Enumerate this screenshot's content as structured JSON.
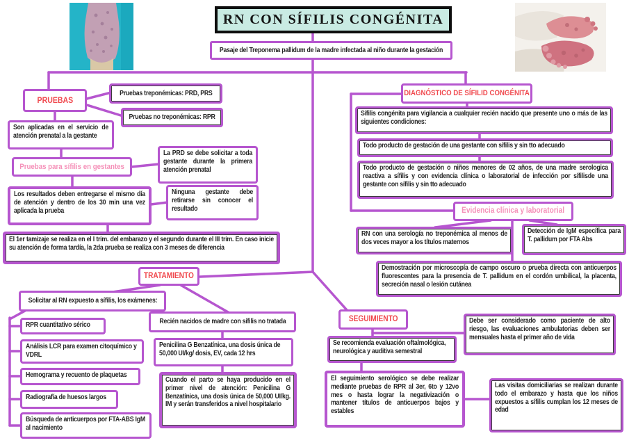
{
  "title": "RN CON SÍFILIS CONGÉNITA",
  "subtitle": "Pasaje del Treponema pallidum de la madre infectada al niño durante la gestación",
  "colors": {
    "box_border": "#b656cf",
    "title_bg": "#c9ebe3",
    "red_header": "#f0494e",
    "pink_header": "#f591b9"
  },
  "photos": {
    "left": "foto-torso-recien-nacido-con-lesiones",
    "right": "foto-pies-recien-nacido-con-lesiones"
  },
  "pruebas": {
    "header": "PRUEBAS",
    "treponemicas": "Pruebas treponémicas: PRD, PRS",
    "no_treponemicas": "Pruebas no treponémicas: RPR",
    "aplicadas": "Son aplicadas en el servicio de atención prenatal a la gestante",
    "gestantes_header": "Pruebas para sífilis en gestantes",
    "prd": "La PRD se debe solicitar a toda gestante durante la primera atención prenatal",
    "resultados": "Los resultados deben entregarse el mismo día de atención y dentro de los 30 min una vez aplicada la prueba",
    "ninguna": "Ninguna gestante debe retirarse sin conocer el resultado",
    "tamizaje": "El 1er tamizaje se realiza en el I trim. del embarazo y el segundo durante el III trim. En caso inicie su atención de forma tardía, la 2da prueba se realiza con 3 meses de diferencia"
  },
  "diagnostico": {
    "header": "DIAGNÓSTICO DE SÍFILID CONGÉNITA",
    "vigilancia": "Sífilis congénita para vigilancia a cualquier recién nacido que presente uno o más de las siguientes condiciones:",
    "condicion1": "Todo producto de gestación de una gestante con sífilis y sin tto adecuado",
    "condicion2": "Todo producto de gestación o niños menores de 02 años, de una madre serologica reactiva a sífilis y con evidencia clínica o laboratorial de infección por sífilisde una gestante con sífilis y sin tto adecuado",
    "evidencia_header": "Evidencia clínica y laboratorial",
    "serologia": "RN con una serología no treponémica al menos de dos veces mayor a los títulos maternos",
    "deteccion": "Detección de IgM específica para T. pallidum por FTA Abs",
    "demostracion": "Demostración por microscopía de campo oscuro o prueba directa con anticuerpos fluorescentes para la presencia de T. pallidum en el cordón umbilical, la placenta, secreción nasal o lesión cutánea"
  },
  "tratamiento": {
    "header": "TRATAMIENTO",
    "solicitar": "Solicitar al RN expuesto a sífilis, los exámenes:",
    "examenes": [
      "RPR cuantitativo sérico",
      "Análisis LCR para examen citoquímico y VDRL",
      "Hemograma y recuento de plaquetas",
      "Radiografía de huesos largos",
      "Búsqueda de anticuerpos por FTA-ABS IgM al nacimiento"
    ],
    "recien_nacidos": "Recién nacidos de madre con sífilis no tratada",
    "penicilina": "Penicilina G Benzatínica, una dosis única de 50,000 UI/kg/ dosis, EV, cada 12 hrs",
    "parto": "Cuando el parto se haya producido en el primer nivel de atención: Penicilina G Benzatínica, una dosis única de 50,000 UI/kg. IM y serán transferidos a nivel hospitalario"
  },
  "seguimiento": {
    "header": "SEGUIMIENTO",
    "evaluacion": "Se recomienda evaluación oftalmológica, neurológica y auditiva semestral",
    "serologico": "El seguimiento serológico se debe realizar mediante pruebas de RPR al 3er, 6to y 12vo mes o hasta lograr la negativización o mantener títulos de anticuerpos bajos y estables",
    "alto_riesgo": "Debe ser considerado como paciente de alto riesgo, las evaluaciones ambulatorias deben ser mensuales hasta el primer año de vida",
    "visitas": "Las visitas domiciliarias se realizan durante todo el embarazo y hasta que los niños expuestos a sífilis cumplan los 12 meses de edad"
  }
}
